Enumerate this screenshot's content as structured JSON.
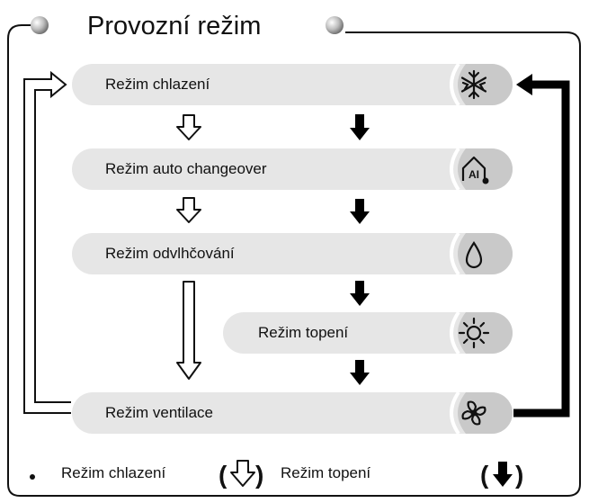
{
  "title": "Provozní režim",
  "modes": [
    {
      "label": "Režim chlazení",
      "icon": "snowflake-icon"
    },
    {
      "label": "Režim auto changeover",
      "icon": "auto-changeover-icon"
    },
    {
      "label": "Režim odvlhčování",
      "icon": "water-drop-icon"
    },
    {
      "label": "Režim topení",
      "icon": "sun-icon"
    },
    {
      "label": "Režim ventilace",
      "icon": "fan-icon"
    }
  ],
  "legend": {
    "cooling_label": "Režim chlazení",
    "heating_label": "Režim topení",
    "open_paren": "(",
    "close_paren": ")"
  },
  "colors": {
    "pill": "#e6e6e6",
    "icon_cap": "#c9c9c9",
    "arrow_dark": "#000000",
    "outline": "#111111"
  }
}
